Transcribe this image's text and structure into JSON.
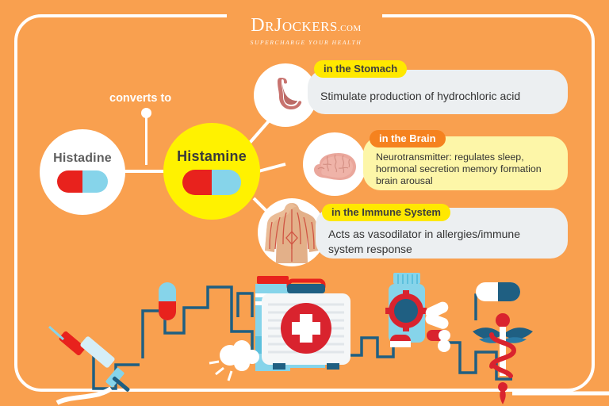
{
  "brand": {
    "name_pre": "D",
    "name_r": "R",
    "name_j": "J",
    "name_ockers": "OCKERS",
    "domain": ".COM",
    "tagline": "SUPERCHARGE YOUR HEALTH",
    "full_logo": "DrJockers.com"
  },
  "diagram": {
    "converts_label": "converts to",
    "source_node": {
      "label": "Histadine",
      "icon": "capsule-pill-icon",
      "circle_color": "#ffffff"
    },
    "target_node": {
      "label": "Histamine",
      "icon": "capsule-pill-icon",
      "circle_color": "#fff200"
    },
    "branches": [
      {
        "badge": "in the Stomach",
        "badge_color": "#ffe800",
        "badge_text_color": "#3d3d3d",
        "panel_color": "#eceff1",
        "text": "Stimulate production of hydrochloric acid",
        "icon": "stomach-icon"
      },
      {
        "badge": "in the Brain",
        "badge_color": "#f5821f",
        "badge_text_color": "#ffffff",
        "panel_color": "#fdf6a8",
        "text": "Neurotransmitter: regulates sleep, hormonal secretion memory formation brain arousal",
        "icon": "brain-icon"
      },
      {
        "badge": "in the Immune System",
        "badge_color": "#ffe800",
        "badge_text_color": "#3d3d3d",
        "panel_color": "#eceff1",
        "text": "Acts as vasodilator in allergies/immune system response",
        "icon": "human-torso-icon"
      }
    ]
  },
  "colors": {
    "background": "#f9a04f",
    "frame": "#ffffff",
    "pill_red": "#e8221d",
    "pill_blue": "#86d4ea",
    "accent_yellow": "#fff200",
    "accent_orange": "#f5821f",
    "medical_blue": "#1f5f82",
    "cross_red": "#d9232e"
  },
  "bottom_icons": [
    "syringe-icon",
    "capsule-icon",
    "inhaler-icon",
    "spray-puff-icon",
    "first-aid-kit-icon",
    "pill-bottle-icon",
    "caduceus-icon",
    "capsule-blue-icon"
  ]
}
